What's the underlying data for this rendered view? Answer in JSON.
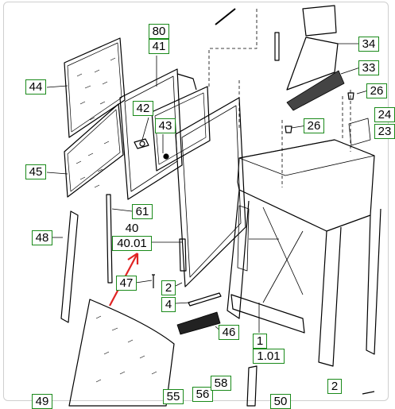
{
  "diagram": {
    "callouts": {
      "c80": "80",
      "c41": "41",
      "c42": "42",
      "c43": "43",
      "c44": "44",
      "c45": "45",
      "c61": "61",
      "c40": "40",
      "c40_01": "40.01",
      "c48": "48",
      "c47": "47",
      "c2a": "2",
      "c4": "4",
      "c46": "46",
      "c1": "1",
      "c1_01": "1.01",
      "c2b": "2",
      "c34": "34",
      "c33": "33",
      "c26a": "26",
      "c26b": "26",
      "c24": "24",
      "c23": "23",
      "c55": "55",
      "c56": "56",
      "c58": "58",
      "c49": "49",
      "c50": "50"
    },
    "colors": {
      "callout_border": "#1a8a1a",
      "arrow": "#e02424",
      "line": "#000000"
    }
  }
}
